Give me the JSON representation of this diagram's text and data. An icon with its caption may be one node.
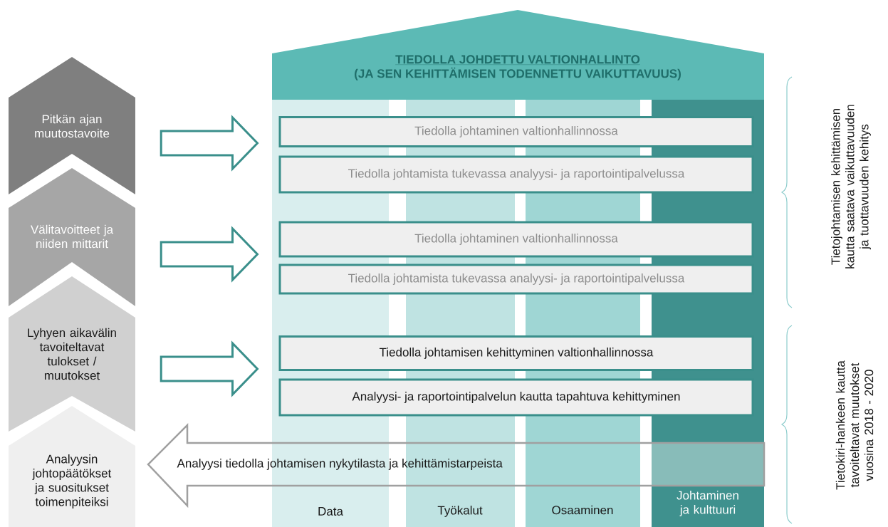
{
  "diagram": {
    "nodes": [
      {
        "text": [
          "Pitkän ajan muutostavoite"
        ]
      },
      {
        "text": [
          "Välitavoitteet ja niiden mittarit"
        ]
      },
      {
        "text": [
          "Lyhyen aikavälin tavoiteltavat tulokset / muutokset"
        ]
      },
      {
        "text": [
          "Analyysin johtopäätökset ja suositukset toimenpiteiksi"
        ]
      },
      {
        "text": [
          "TIEDOLLA JOHDETTU VALTIONHALLINTO",
          "(JA SEN KEHITTÄMISEN TODENNETTU VAIKUTTAVUUS)"
        ]
      },
      {
        "text": [
          "Data"
        ]
      },
      {
        "text": [
          "Työkalut"
        ]
      },
      {
        "text": [
          "Osaaminen"
        ]
      },
      {
        "text": [
          "Johtaminen ja kulttuuri"
        ]
      },
      {
        "text": [
          "Tiedolla johtaminen valtionhallinnossa"
        ]
      },
      {
        "text": [
          "Tiedolla johtamista tukevassa analyysi- ja raportointipalvelussa"
        ]
      },
      {
        "text": [
          "Tiedolla johtaminen valtionhallinnossa"
        ]
      },
      {
        "text": [
          "Tiedolla johtamista tukevassa analyysi- ja raportointipalvelussa"
        ]
      },
      {
        "text": [
          "Tiedolla johtamisen kehittyminen valtionhallinnossa"
        ]
      },
      {
        "text": [
          "Analyysi- ja raportointipalvelun kautta tapahtuva kehittyminen"
        ]
      },
      {
        "text": [
          "Analyysi tiedolla johtamisen nykytilasta ja kehittämistarpeista"
        ]
      }
    ],
    "edges": [
      {
        "from": 0,
        "to": 9,
        "arrow": "to"
      },
      {
        "from": 1,
        "to": 11,
        "arrow": "to"
      },
      {
        "from": 2,
        "to": 13,
        "arrow": "to"
      }
    ],
    "labels": [
      "Tietojohtamisen kehittämisen kautta saatava vaikuttavuuden ja tuottavuuden kehitys",
      "Tietokiri-hankeen kautta tavoiteltavat muutokset vuosina 2018 - 2020"
    ]
  }
}
